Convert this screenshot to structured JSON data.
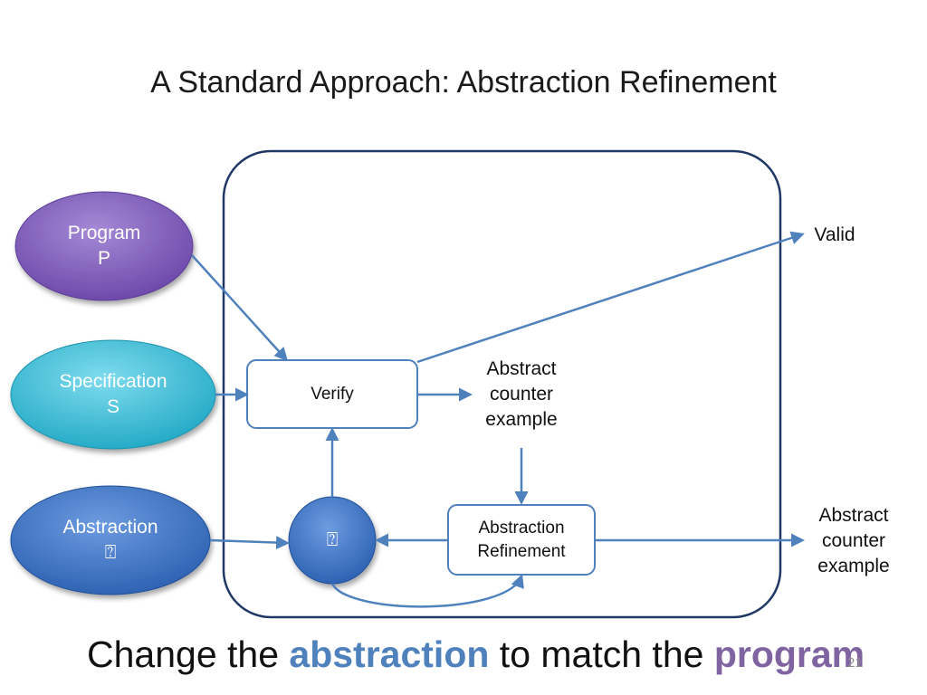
{
  "slide": {
    "title": "A Standard Approach: Abstraction Refinement",
    "number": "21"
  },
  "inputs": {
    "program": {
      "line1": "Program",
      "line2": "P",
      "color": "#7e5bb5"
    },
    "specification": {
      "line1": "Specification",
      "line2": "S",
      "color": "#31b7cf"
    },
    "abstraction": {
      "line1": "Abstraction",
      "line2": "⍰",
      "color": "#3f74c2"
    }
  },
  "nodes": {
    "verify": "Verify",
    "alpha": "⍰",
    "refinement": {
      "line1": "Abstraction",
      "line2": "Refinement"
    },
    "counterexample": {
      "line1": "Abstract",
      "line2": "counter",
      "line3": "example"
    }
  },
  "outputs": {
    "valid": "Valid",
    "counterexample": {
      "line1": "Abstract",
      "line2": "counter",
      "line3": "example"
    }
  },
  "footer": {
    "part1": "Change the ",
    "highlight1": "abstraction",
    "part2": " to match the ",
    "highlight2": "program"
  },
  "colors": {
    "arrow": "#4f81bd",
    "frame": "#1f3864",
    "accent_blue": "#4f81bd",
    "accent_purple": "#8064a2"
  }
}
